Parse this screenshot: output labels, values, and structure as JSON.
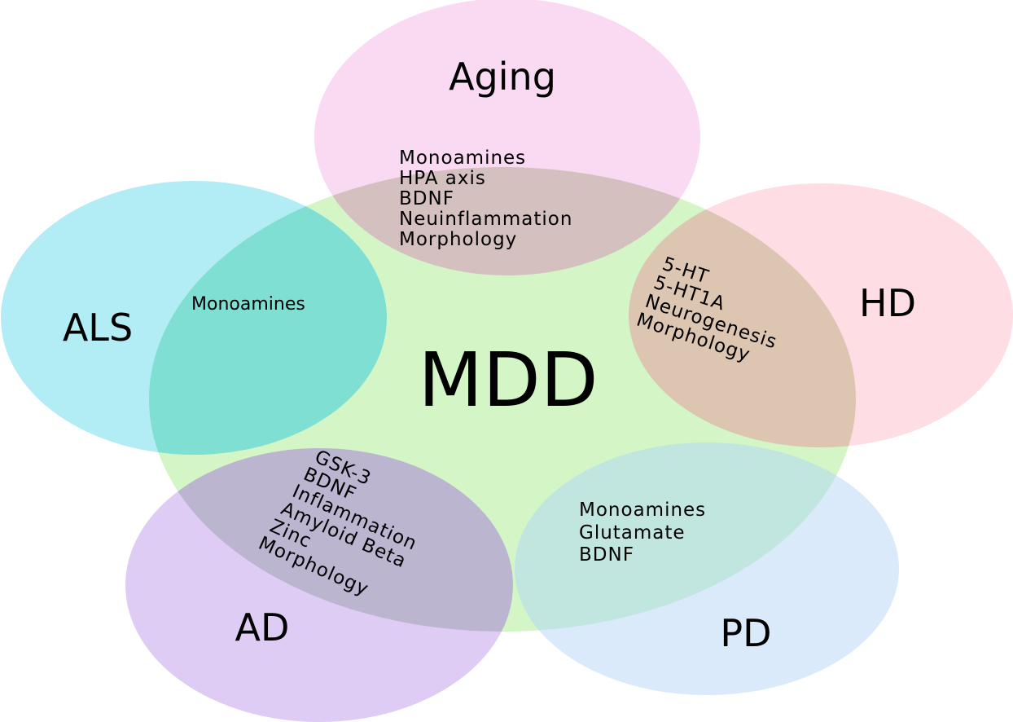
{
  "sets": {
    "center": {
      "label": "MDD",
      "color": "#c8f4b6"
    },
    "aging": {
      "label": "Aging",
      "color": "#f8c8ee"
    },
    "hd": {
      "label": "HD",
      "color": "#fdcdd8"
    },
    "pd": {
      "label": "PD",
      "color": "#c8e0f7"
    },
    "ad": {
      "label": "AD",
      "color": "#cfb4ef"
    },
    "als": {
      "label": "ALS",
      "color": "#8de3ef"
    }
  },
  "intersections": {
    "aging_mdd": [
      "Monoamines",
      "HPA axis",
      "BDNF",
      "Neuinflammation",
      "Morphology"
    ],
    "hd_mdd": [
      "5-HT",
      "5-HT1A",
      "Neurogenesis",
      "Morphology"
    ],
    "pd_mdd": [
      "Monoamines",
      "Glutamate",
      "BDNF"
    ],
    "ad_mdd": [
      "GSK-3",
      "BDNF",
      "Inflammation",
      "Amyloid Beta",
      "Zinc",
      "Morphology"
    ],
    "als_mdd": [
      "Monoamines"
    ]
  }
}
